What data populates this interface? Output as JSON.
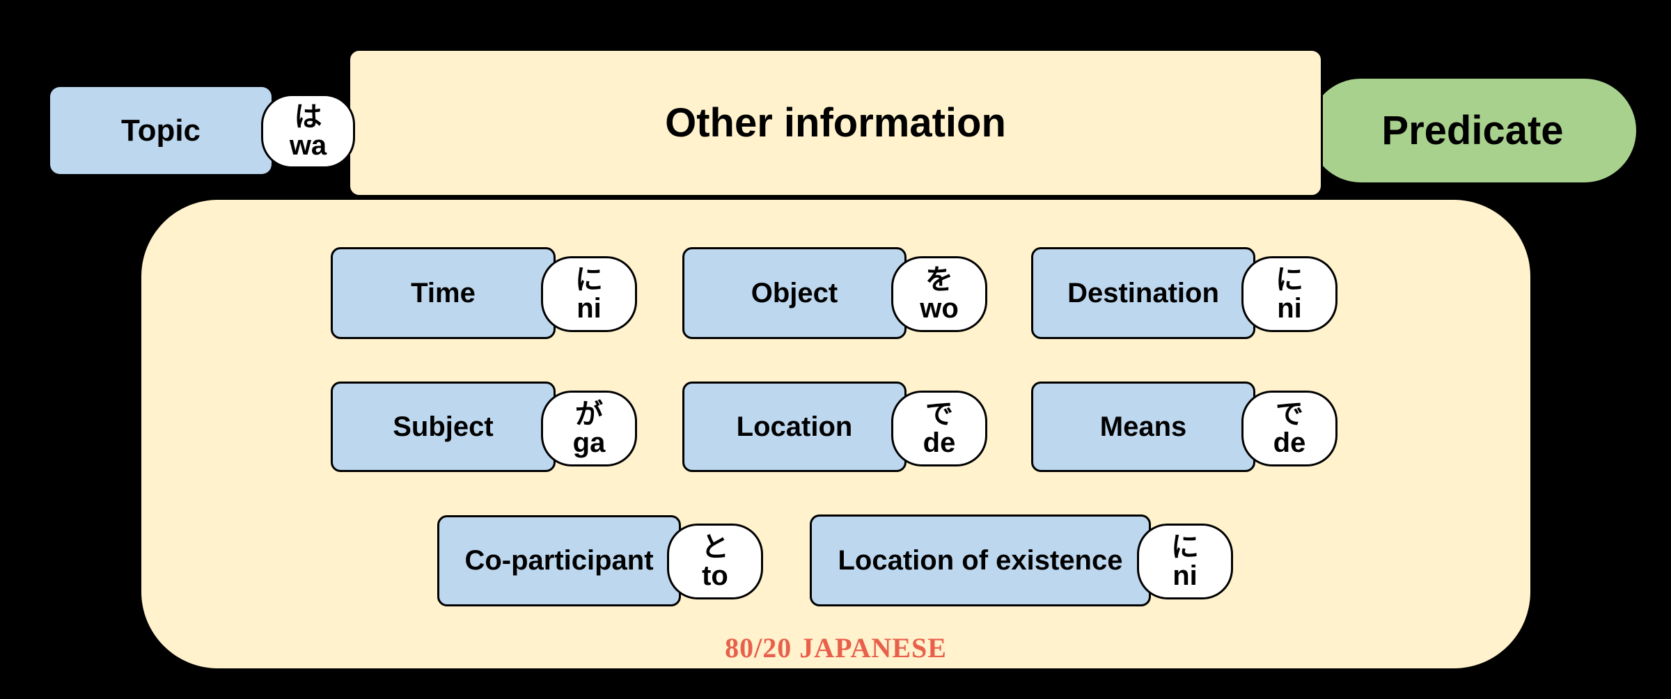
{
  "colors": {
    "bg": "#000000",
    "cream": "#FFF2CC",
    "blue": "#BDD7EE",
    "green": "#A9D18E",
    "white": "#FFFFFF",
    "ink": "#000000",
    "brand": "#E8604C"
  },
  "header": {
    "topic": {
      "label": "Topic",
      "particle_jp": "は",
      "particle_romaji": "wa"
    },
    "other_information_label": "Other information",
    "predicate_label": "Predicate"
  },
  "grid": {
    "rows": [
      [
        {
          "label": "Time",
          "jp": "に",
          "romaji": "ni"
        },
        {
          "label": "Object",
          "jp": "を",
          "romaji": "wo"
        },
        {
          "label": "Destination",
          "jp": "に",
          "romaji": "ni"
        }
      ],
      [
        {
          "label": "Subject",
          "jp": "が",
          "romaji": "ga"
        },
        {
          "label": "Location",
          "jp": "で",
          "romaji": "de"
        },
        {
          "label": "Means",
          "jp": "で",
          "romaji": "de"
        }
      ],
      [
        {
          "label": "Co-participant",
          "jp": "と",
          "romaji": "to"
        },
        {
          "label": "Location of existence",
          "jp": "に",
          "romaji": "ni"
        }
      ]
    ]
  },
  "footer": {
    "brand": "80/20 JAPANESE"
  }
}
